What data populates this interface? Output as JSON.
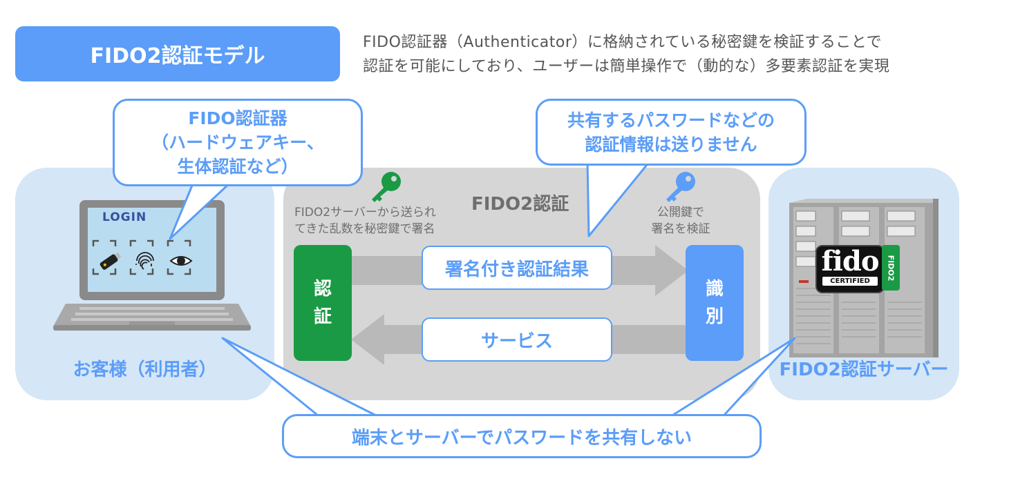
{
  "title": "FIDO2認証モデル",
  "description": [
    "FIDO認証器（Authenticator）に格納されている秘密鍵を検証することで",
    "認証を可能にしており、ユーザーは簡単操作で（動的な）多要素認証を実現"
  ],
  "callout_authenticator": [
    "FIDO認証器",
    "（ハードウェアキー、",
    "生体認証など）"
  ],
  "callout_no_share": [
    "共有するパスワードなどの",
    "認証情報は送りません"
  ],
  "callout_bottom": "端末とサーバーでパスワードを共有しない",
  "client": {
    "label": "お客様（利用者）",
    "screen_text": "LOGIN"
  },
  "server": {
    "label": "FIDO2認証サーバー",
    "logo_text": "fido",
    "logo_sub": "CERTIFIED",
    "logo_side": "FIDO2"
  },
  "middle": {
    "title": "FIDO2認証",
    "left_note": [
      "FIDO2サーバーから送られ",
      "てきた乱数を秘密鍵で署名"
    ],
    "right_note": [
      "公開鍵で",
      "署名を検証"
    ],
    "auth_bar": [
      "認",
      "証"
    ],
    "verify_bar": [
      "識",
      "別"
    ],
    "arrow_right_label": "署名付き認証結果",
    "arrow_left_label": "サービス"
  },
  "colors": {
    "blue": "#5b9df8",
    "green": "#1a9a45",
    "light_blue": "#d5e6f6",
    "gray": "#d6d6d6"
  },
  "icons": [
    "green-key-icon",
    "blue-key-icon",
    "usb-key-icon",
    "fingerprint-icon",
    "eye-icon",
    "laptop-icon",
    "server-icon"
  ]
}
